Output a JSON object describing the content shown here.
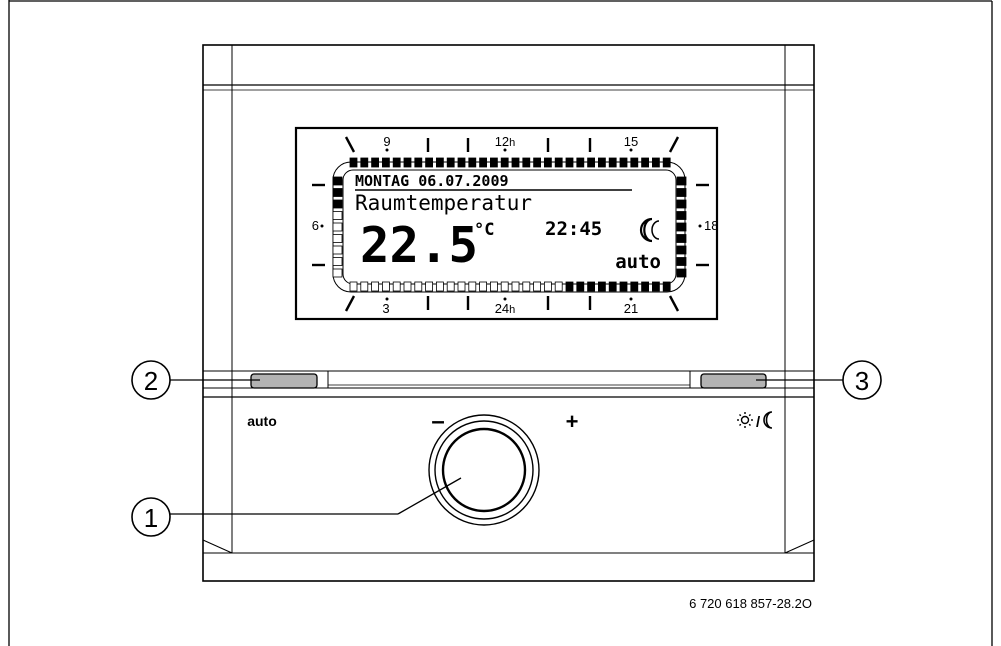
{
  "display": {
    "date_line": "MONTAG 06.07.2009",
    "label": "Raumtemperatur",
    "temperature": "22.5",
    "temperature_unit": "°C",
    "time": "22:45",
    "mode": "auto",
    "mode_icon": "moon-icon",
    "dial_top": [
      {
        "label": "9"
      },
      {
        "label": "12",
        "suffix": "h"
      },
      {
        "label": "15"
      }
    ],
    "dial_bottom": [
      {
        "label": "3"
      },
      {
        "label": "24",
        "suffix": "h"
      },
      {
        "label": "21"
      }
    ],
    "dial_left": "6",
    "dial_right": "18",
    "bottom_segments": {
      "total": 26,
      "filled_from_index": 20
    },
    "left_segments": {
      "total": 9,
      "filled_count": 3
    }
  },
  "controls": {
    "auto_label": "auto",
    "minus_label": "–",
    "plus_label": "+",
    "day_night_icon": "sun-moon-icon",
    "day_night_separator": "/"
  },
  "callouts": [
    {
      "number": "1",
      "target": "rotary-knob"
    },
    {
      "number": "2",
      "target": "auto-button"
    },
    {
      "number": "3",
      "target": "day-night-button"
    }
  ],
  "figure_id": "6 720 618 857-28.2O"
}
